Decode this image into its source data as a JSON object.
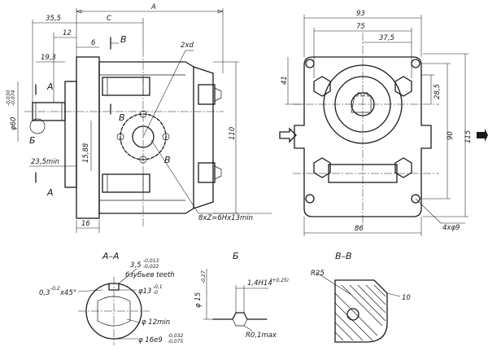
{
  "side_view": {
    "dim_overall": "A",
    "dim_c": "C",
    "dim_35_5": "35,5",
    "dim_12": "12",
    "dim_6": "6",
    "dim_19_3": "19,3",
    "dim_shaft_dia": "φ60",
    "dim_shaft_tol_up": "-0,030",
    "dim_shaft_tol_lo": "-0,074",
    "dim_15_88": "15,88",
    "dim_23_5": "23,5min",
    "dim_16": "16",
    "dim_110": "110",
    "note_2xd": "2xd",
    "note_thread": "8xZ=6Hx13min",
    "sec_a_top": "A",
    "sec_a_bot": "A",
    "sec_b_top": "B",
    "sec_b_mid": "B",
    "sec_b_right": "B",
    "det_b": "Б"
  },
  "front_view": {
    "dim_93": "93",
    "dim_75": "75",
    "dim_37_5": "37,5",
    "dim_41": "41",
    "dim_28_5": "28,5",
    "dim_90": "90",
    "dim_115": "115",
    "dim_86": "86",
    "note_holes": "4xφ9"
  },
  "section_aa": {
    "title": "А–А",
    "chamfer": "0,3",
    "chamfer_tol": "-0,2",
    "chamfer_angle": "x45°",
    "key_width": "3,5",
    "key_tol_up": "-0,013",
    "key_tol_lo": "-0,022",
    "teeth": "6зубьев teeth",
    "dia_13": "φ13",
    "dia_13_tol_up": "-0,1",
    "dia_13_tol_lo": "-0",
    "dia_12": "φ 12min",
    "dia_16": "φ 16e9",
    "dia_16_tol_up": "-0,032",
    "dia_16_tol_lo": "-0,075"
  },
  "section_b": {
    "title": "Б",
    "dia_15": "φ 15",
    "dia_15_tol": "-0,27",
    "dim_14h": "1,4H14",
    "dim_14h_tol": "(+0,25)",
    "radius": "R0,1max"
  },
  "section_vv": {
    "title": "В–В",
    "radius": "R25",
    "dim_10": "10"
  }
}
